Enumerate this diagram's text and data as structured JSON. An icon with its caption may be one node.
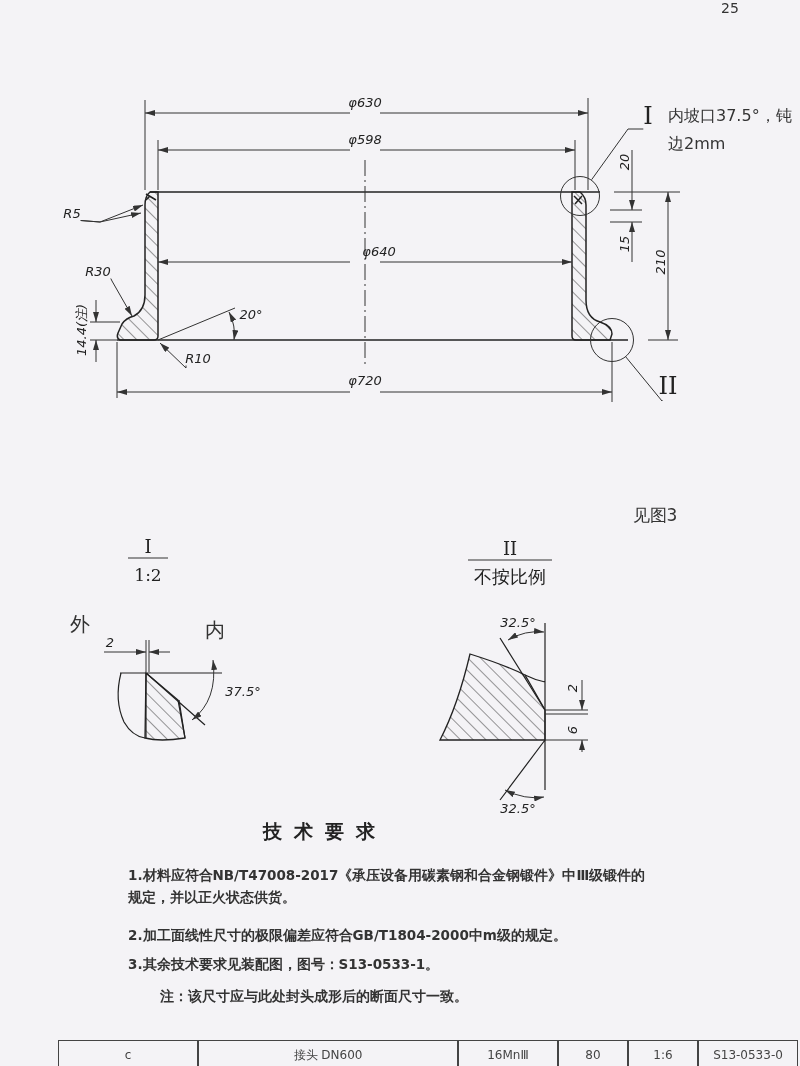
{
  "diagram": {
    "nodes": [
      {
        "text": [
          "I"
        ],
        "beside": [
          "内坡口37.5°，钝边2mm"
        ]
      },
      {
        "text": [],
        "shape": "circle"
      },
      {
        "text": [
          "R5"
        ]
      },
      {
        "text": [
          "R30"
        ]
      },
      {
        "text": [
          "R10"
        ]
      },
      {
        "text": [],
        "shape": "circle"
      },
      {
        "text": [
          "II"
        ]
      }
    ],
    "edges": [
      {
        "from": 0,
        "to": 1,
        "arrow": "none"
      },
      {
        "from": 2,
        "to": null,
        "arrow": "to"
      },
      {
        "from": 2,
        "to": null,
        "arrow": "to"
      },
      {
        "from": 3,
        "to": null,
        "arrow": "to"
      },
      {
        "from": 4,
        "to": null,
        "arrow": "to"
      },
      {
        "from": 6,
        "to": 5,
        "arrow": "none"
      }
    ],
    "labels": [
      "25",
      "φ630",
      "φ598",
      "20",
      "15",
      "210",
      "φ640",
      "20°",
      "14.4(注)",
      "φ720",
      "见图3",
      "I",
      "1:2",
      "II",
      "不按比例",
      "外",
      "内",
      "2",
      "37.5°",
      "32.5°",
      "2",
      "6",
      "32.5°",
      "技术要求",
      "1.材料应符合NB/T47008-2017《承压设备用碳素钢和合金钢锻件》中Ⅲ级锻件的规定，并以正火状态供货。",
      "2.加工面线性尺寸的极限偏差应符合GB/T1804-2000中m级的规定。",
      "3.其余技术要求见装配图，图号：S13-0533-1。",
      "注：该尺寸应与此处封头成形后的断面尺寸一致。",
      "c",
      "接头 DN600",
      "16MnⅢ",
      "80",
      "1:6",
      "S13-0533-0"
    ]
  }
}
